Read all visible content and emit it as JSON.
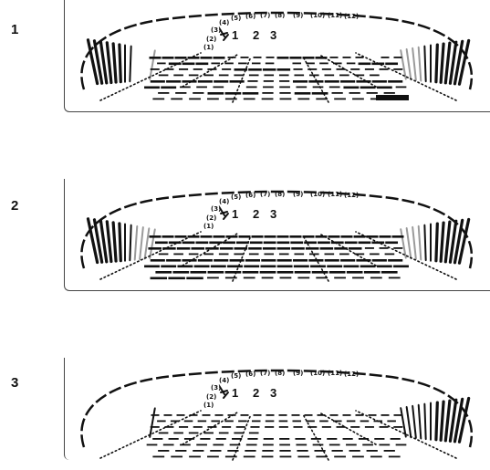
{
  "panels": [
    {
      "number": "1",
      "bars": [
        1,
        1,
        1,
        1,
        1,
        1,
        1,
        1,
        0,
        0,
        0,
        1,
        2,
        2,
        2,
        2,
        2,
        2,
        2,
        2,
        2,
        1,
        1,
        1,
        2,
        2,
        2,
        2,
        2,
        2,
        2,
        1,
        1,
        1,
        1,
        2,
        2,
        2,
        2,
        1,
        1,
        1,
        0,
        1,
        1,
        1,
        1,
        1,
        1,
        2,
        2,
        2,
        1,
        1,
        1,
        1,
        1,
        0,
        1,
        1,
        1,
        1,
        1,
        2,
        2,
        2,
        1,
        1,
        2,
        2,
        1,
        1,
        1,
        1,
        1,
        1,
        2,
        2,
        2,
        2,
        1,
        1,
        1,
        1,
        1,
        1,
        1,
        1,
        1,
        1,
        1,
        1,
        1,
        1,
        1,
        1,
        1,
        1,
        1,
        1
      ]
    },
    {
      "number": "2",
      "bars": [
        1,
        1,
        1,
        1,
        1,
        1,
        1,
        1,
        1,
        1,
        1,
        1,
        2,
        2,
        2,
        2,
        2,
        2,
        2,
        2,
        2,
        2,
        2,
        2,
        2,
        2,
        2,
        2,
        2,
        2,
        2,
        2,
        2,
        2,
        2,
        2,
        2,
        2,
        2,
        2,
        2,
        2,
        2,
        2,
        2,
        2,
        2,
        2,
        2,
        2,
        2,
        2,
        2,
        2,
        2,
        2,
        2,
        2,
        2,
        2,
        2,
        2,
        2,
        2,
        2,
        2,
        2,
        2,
        2,
        2,
        2,
        2,
        2,
        2,
        2,
        2,
        2,
        2,
        2,
        2,
        2,
        2,
        2,
        2,
        2,
        1,
        1,
        1,
        1,
        1,
        1,
        1,
        1,
        1,
        1,
        1,
        1,
        1,
        1,
        1
      ]
    },
    {
      "number": "3",
      "bars": [
        0,
        0,
        0,
        0,
        0,
        0,
        0,
        0,
        0,
        0,
        0,
        1,
        1,
        1,
        1,
        1,
        1,
        1,
        1,
        1,
        1,
        1,
        1,
        1,
        1,
        1,
        1,
        1,
        1,
        1,
        1,
        1,
        1,
        1,
        1,
        1,
        1,
        1,
        1,
        1,
        1,
        1,
        1,
        1,
        1,
        1,
        1,
        1,
        1,
        1,
        1,
        1,
        1,
        1,
        1,
        1,
        1,
        1,
        1,
        1,
        1,
        1,
        1,
        1,
        1,
        1,
        1,
        1,
        1,
        1,
        1,
        1,
        1,
        1,
        1,
        1,
        1,
        1,
        1,
        1,
        1,
        1,
        1,
        1,
        1,
        1,
        1,
        1,
        1,
        1,
        1,
        1,
        1,
        1,
        1,
        1,
        1,
        1,
        1,
        1
      ]
    }
  ],
  "channel_labels": [
    "(1)",
    "(2)",
    "(3)",
    "(4)",
    "(5)",
    "(6)",
    "(7)",
    "(8)",
    "(9)",
    "(10)",
    "(11)",
    "(12)"
  ],
  "preset_numbers": [
    "1",
    "2",
    "3"
  ],
  "colors": {
    "ink": "#111111",
    "gray": "#9a9a9a"
  }
}
